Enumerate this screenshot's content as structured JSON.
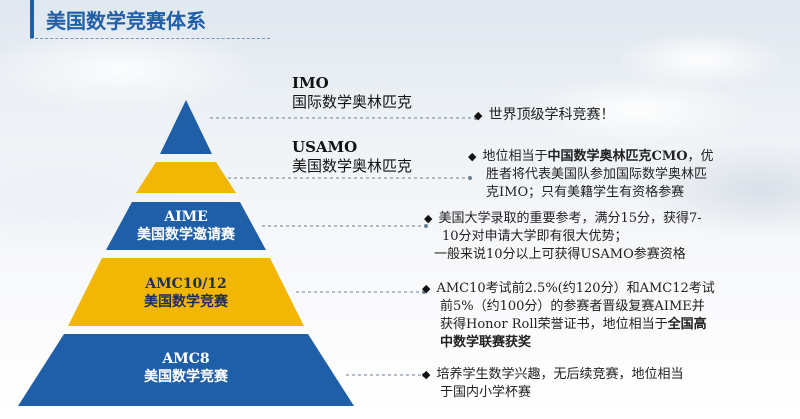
{
  "title": "美国数学竞赛体系",
  "levels": {
    "imo": {
      "en": "IMO",
      "cn": "国际数学奥林匹克"
    },
    "usamo": {
      "en": "USAMO",
      "cn": "美国数学奥林匹克"
    },
    "aime": {
      "en": "AIME",
      "cn": "美国数学邀请赛"
    },
    "amc1012": {
      "en": "AMC10/12",
      "cn": "美国数学竞赛"
    },
    "amc8": {
      "en": "AMC8",
      "cn": "美国数学竞赛"
    }
  },
  "descriptions": {
    "imo": "世界顶级学科竞赛！",
    "usamo_l1a": "地位相当于",
    "usamo_l1b": "中国数学奥林匹克CMO",
    "usamo_l1c": "，优",
    "usamo_l2": "胜者将代表美国队参加国际数学奥林匹",
    "usamo_l3": "克IMO；只有美籍学生有资格参赛",
    "aime_l1": "美国大学录取的重要参考，满分15分，获得7-",
    "aime_l2": "10分对申请大学即有很大优势；",
    "aime_l3": "一般来说10分以上可获得USAMO参赛资格",
    "amc_l1": "AMC10考试前2.5%(约120分）和AMC12考试",
    "amc_l2": "前5%（约100分）的参赛者晋级复赛AIME并",
    "amc_l3a": "获得Honor Roll荣誉证书，地位相当于",
    "amc_l3b": "全国高",
    "amc_l4": "中数学联赛获奖",
    "amc8_l1": "培养学生数学兴趣，无后续竞赛，地位相当",
    "amc8_l2": "于国内小学杯赛"
  },
  "bullet": "◆",
  "colors": {
    "blue": "#1f5fa8",
    "gold": "#f2b705",
    "title": "#1f5fa8"
  }
}
